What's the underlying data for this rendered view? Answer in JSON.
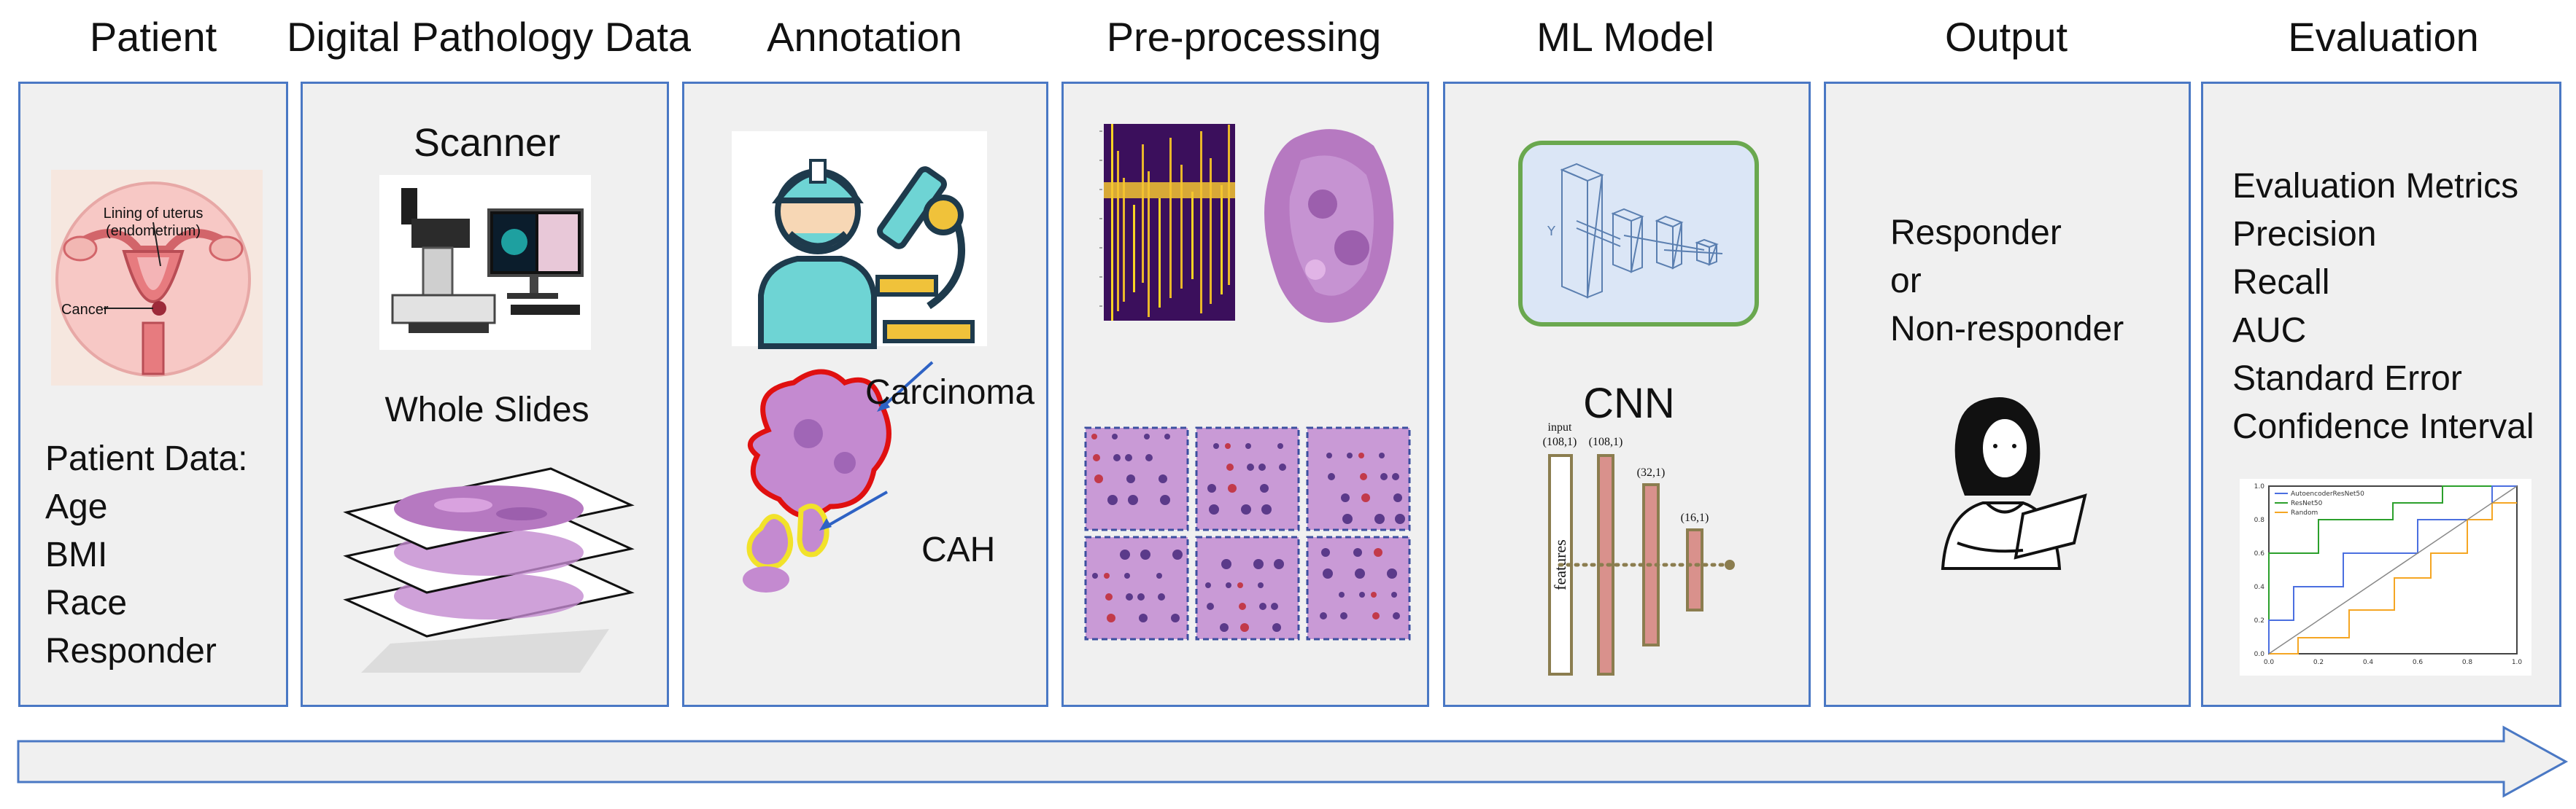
{
  "stages": [
    {
      "title": "Patient"
    },
    {
      "title": "Digital Pathology Data"
    },
    {
      "title": "Annotation"
    },
    {
      "title": "Pre-processing"
    },
    {
      "title": "ML Model"
    },
    {
      "title": "Output"
    },
    {
      "title": "Evaluation"
    }
  ],
  "patient": {
    "uterus_label_1": "Lining of uterus",
    "uterus_label_2": "(endometrium)",
    "cancer_label": "Cancer",
    "data_lines": [
      "Patient Data:",
      "Age",
      "BMI",
      "Race",
      "Responder"
    ]
  },
  "pathology": {
    "scanner_label": "Scanner",
    "slides_label": "Whole Slides"
  },
  "annotation": {
    "carcinoma_label": "Carcinoma",
    "cah_label": "CAH"
  },
  "ml_model": {
    "cnn_label": "CNN",
    "input_label": "input",
    "input_shape": "(108,1)",
    "layer_shapes": [
      "(108,1)",
      "(32,1)",
      "(16,1)"
    ],
    "features_label": "features"
  },
  "output": {
    "lines": [
      "Responder",
      "or",
      "Non-responder"
    ]
  },
  "evaluation": {
    "lines": [
      "Evaluation Metrics",
      "Precision",
      "Recall",
      "AUC",
      "Standard Error",
      "Confidence Interval"
    ]
  },
  "roc_chart": {
    "legend": [
      "AutoencoderResNet50",
      "ResNet50",
      "Random"
    ],
    "colors": [
      "#2ca02c",
      "#4b6fe0",
      "#f5a623"
    ],
    "ticks_x": [
      "0.0",
      "0.2",
      "0.4",
      "0.6",
      "0.8",
      "1.0"
    ],
    "ticks_y": [
      "0.0",
      "0.2",
      "0.4",
      "0.6",
      "0.8",
      "1.0"
    ]
  },
  "colors": {
    "panel_border": "#4a78c4",
    "panel_fill": "#f0f0f0",
    "carcinoma_outline": "#e01010",
    "cah_outline": "#f2e22a",
    "cnn_box_border": "#6aa84f",
    "cnn_box_fill": "#dbe6f6",
    "tissue": "#b679c1"
  }
}
